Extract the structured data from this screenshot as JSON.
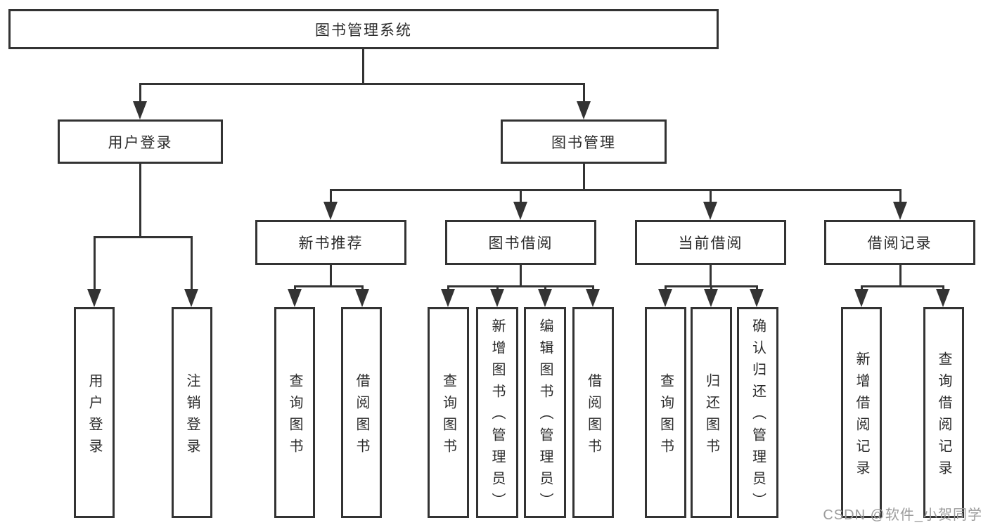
{
  "diagram": {
    "type": "hierarchy-tree",
    "tree": {
      "label": "图书管理系统",
      "children": [
        {
          "label": "用户登录",
          "children": [
            "用户登录",
            "注销登录"
          ]
        },
        {
          "label": "图书管理",
          "children": [
            {
              "label": "新书推荐",
              "children": [
                "查询图书",
                "借阅图书"
              ]
            },
            {
              "label": "图书借阅",
              "children": [
                "查询图书",
                "新增图书（管理员）",
                "编辑图书（管理员）",
                "借阅图书"
              ]
            },
            {
              "label": "当前借阅",
              "children": [
                "查询图书",
                "归还图书",
                "确认归还（管理员）"
              ]
            },
            {
              "label": "借阅记录",
              "children": [
                "新增借阅记录",
                "查询借阅记录"
              ]
            }
          ]
        }
      ]
    },
    "colors": {
      "line": "#333333",
      "background": "#ffffff",
      "watermark_text": "#9c9c9c"
    }
  },
  "watermark": "CSDN @软件_小贺同学"
}
